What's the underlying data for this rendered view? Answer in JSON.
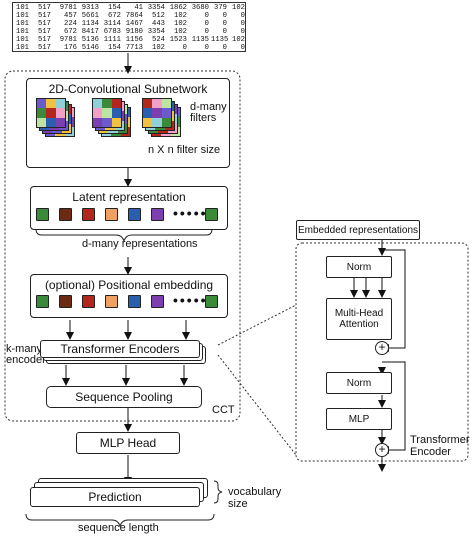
{
  "token_table": [
    [
      "101",
      "517",
      "9781",
      "9313",
      "154",
      "41",
      "3354",
      "1862",
      "3680",
      "379",
      "102"
    ],
    [
      "101",
      "517",
      "457",
      "5661",
      "672",
      "7864",
      "512",
      "102",
      "0",
      "0",
      "0"
    ],
    [
      "101",
      "517",
      "224",
      "1134",
      "3114",
      "1467",
      "443",
      "102",
      "0",
      "0",
      "0"
    ],
    [
      "101",
      "517",
      "672",
      "8417",
      "6783",
      "9180",
      "3354",
      "102",
      "0",
      "0",
      "0"
    ],
    [
      "101",
      "517",
      "9781",
      "5136",
      "1111",
      "1156",
      "524",
      "1523",
      "1135",
      "1135",
      "102"
    ],
    [
      "101",
      "517",
      "176",
      "5146",
      "154",
      "7713",
      "102",
      "0",
      "0",
      "0",
      "0"
    ]
  ],
  "cct": {
    "conv_title": "2D-Convolutional Subnetwork",
    "filters_label": "d-many\nfilters",
    "filter_size_label": "n X n filter size",
    "latent_title": "Latent representation",
    "latent_caption": "d-many representations",
    "pos_title": "(optional) Positional embedding",
    "encoders_side_label": "k-many\nencoders",
    "transformer_label": "Transformer Encoders",
    "pooling_label": "Sequence Pooling",
    "cct_label": "CCT",
    "mlp_head_label": "MLP Head",
    "prediction_label": "Prediction",
    "vocab_label": "vocabulary\nsize",
    "seq_len_label": "sequence length",
    "ellipsis": "•••••"
  },
  "encoder_detail": {
    "embedded_label": "Embedded representations",
    "norm1_label": "Norm",
    "mha_label": "Multi-Head\nAttention",
    "norm2_label": "Norm",
    "mlp_label": "MLP",
    "plus_symbol": "+",
    "title": "Transformer\nEncoder"
  },
  "colors": {
    "green": "#3a8a3a",
    "brown": "#6b2a14",
    "red": "#b3261e",
    "orange": "#f0a060",
    "blue": "#2a5fb0",
    "purple": "#7b3fb0",
    "filter_palette": [
      "#6a5acd",
      "#f0c040",
      "#90d0d8",
      "#3a8a3a",
      "#b3261e",
      "#f3a0c8",
      "#bde4a0",
      "#2a5fb0",
      "#7b3fb0"
    ]
  }
}
